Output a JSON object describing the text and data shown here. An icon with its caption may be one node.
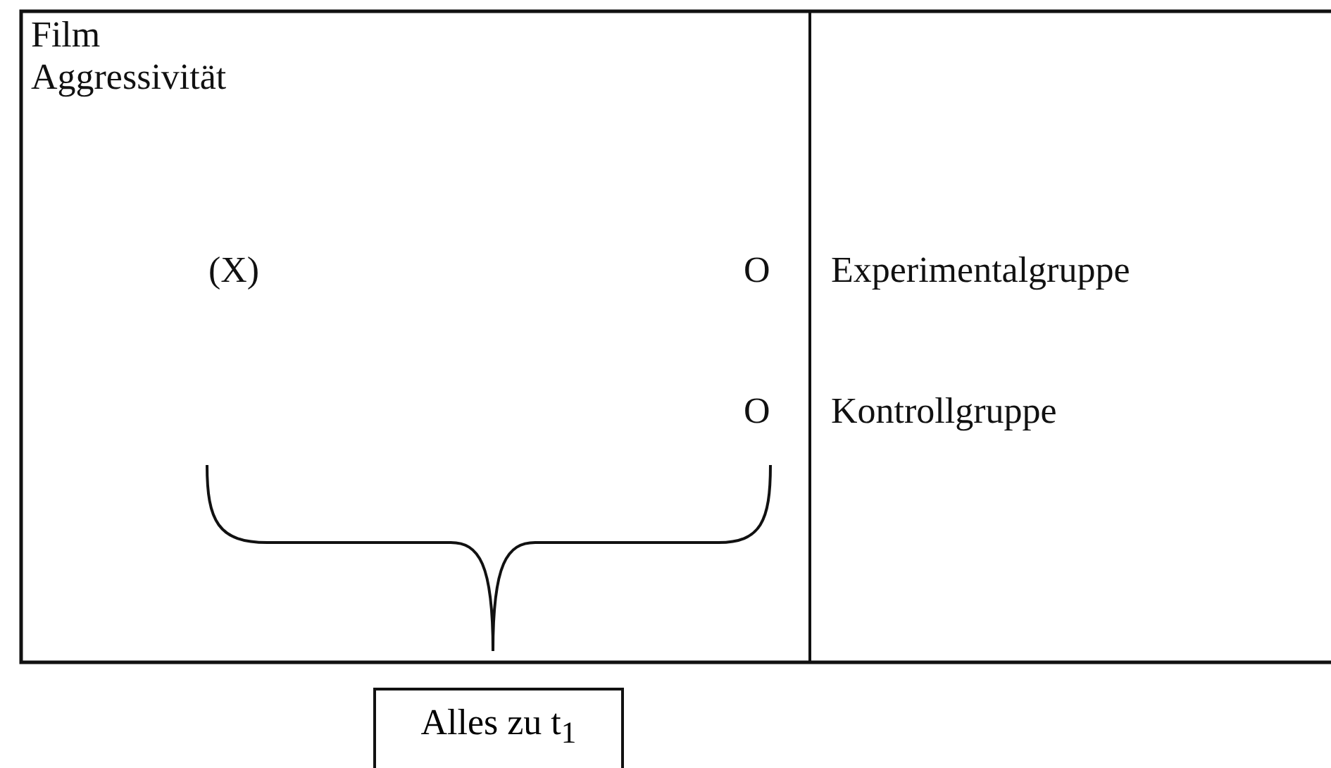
{
  "diagram": {
    "nodes": [
      {
        "text": [
          "Alles zu t$_{1}$"
        ]
      }
    ],
    "edges": [],
    "labels": [
      "Film",
      "Aggressivität",
      "(X)",
      "O",
      "Experimentalgruppe",
      "O",
      "Kontrollgruppe"
    ]
  }
}
